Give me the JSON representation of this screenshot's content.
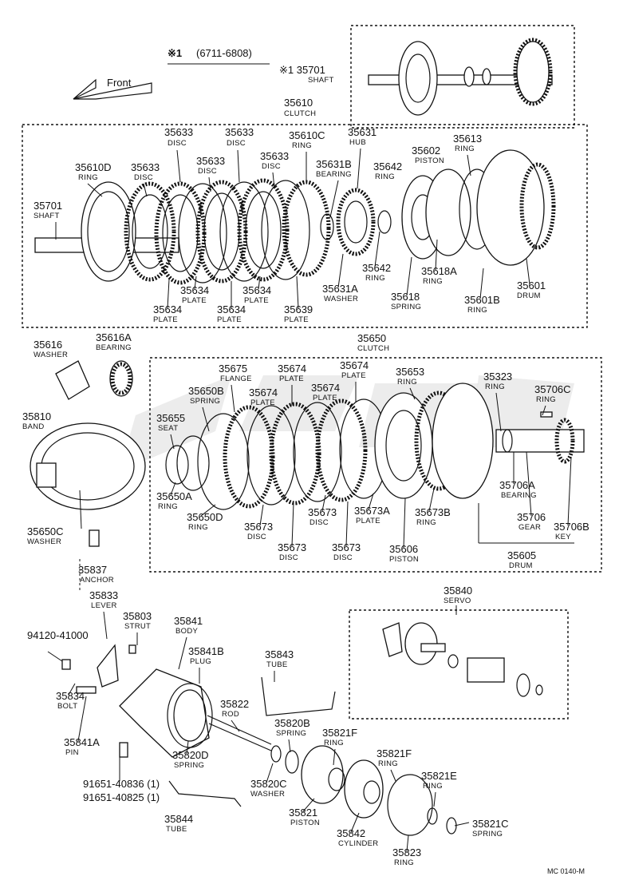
{
  "header": {
    "note_symbol": "※1",
    "note_range": "(6711-6808)",
    "front_label": "Front",
    "footer_code": "MC 0140-M"
  },
  "labels": [
    {
      "pn": "※1 35701",
      "nm": "SHAFT"
    },
    {
      "pn": "35610",
      "nm": "CLUTCH"
    },
    {
      "pn": "35633",
      "nm": "DISC"
    },
    {
      "pn": "35633",
      "nm": "DISC"
    },
    {
      "pn": "35610C",
      "nm": "RING"
    },
    {
      "pn": "35631",
      "nm": "HUB"
    },
    {
      "pn": "35613",
      "nm": "RING"
    },
    {
      "pn": "35602",
      "nm": "PISTON"
    },
    {
      "pn": "35610D",
      "nm": "RING"
    },
    {
      "pn": "35633",
      "nm": "DISC"
    },
    {
      "pn": "35633",
      "nm": "DISC"
    },
    {
      "pn": "35633",
      "nm": "DISC"
    },
    {
      "pn": "35631B",
      "nm": "BEARING"
    },
    {
      "pn": "35642",
      "nm": "RING"
    },
    {
      "pn": "35701",
      "nm": "SHAFT"
    },
    {
      "pn": "35642",
      "nm": "RING"
    },
    {
      "pn": "35618A",
      "nm": "RING"
    },
    {
      "pn": "35634",
      "nm": "PLATE"
    },
    {
      "pn": "35634",
      "nm": "PLATE"
    },
    {
      "pn": "35631A",
      "nm": "WASHER"
    },
    {
      "pn": "35601",
      "nm": "DRUM"
    },
    {
      "pn": "35618",
      "nm": "SPRING"
    },
    {
      "pn": "35601B",
      "nm": "RING"
    },
    {
      "pn": "35634",
      "nm": "PLATE"
    },
    {
      "pn": "35634",
      "nm": "PLATE"
    },
    {
      "pn": "35639",
      "nm": "PLATE"
    },
    {
      "pn": "35616",
      "nm": "WASHER"
    },
    {
      "pn": "35616A",
      "nm": "BEARING"
    },
    {
      "pn": "35650",
      "nm": "CLUTCH"
    },
    {
      "pn": "35675",
      "nm": "FLANGE"
    },
    {
      "pn": "35674",
      "nm": "PLATE"
    },
    {
      "pn": "35674",
      "nm": "PLATE"
    },
    {
      "pn": "35653",
      "nm": "RING"
    },
    {
      "pn": "35323",
      "nm": "RING"
    },
    {
      "pn": "35706C",
      "nm": "RING"
    },
    {
      "pn": "35650B",
      "nm": "SPRING"
    },
    {
      "pn": "35674",
      "nm": "PLATE"
    },
    {
      "pn": "35674",
      "nm": "PLATE"
    },
    {
      "pn": "35810",
      "nm": "BAND"
    },
    {
      "pn": "35655",
      "nm": "SEAT"
    },
    {
      "pn": "35706A",
      "nm": "BEARING"
    },
    {
      "pn": "35650A",
      "nm": "RING"
    },
    {
      "pn": "35673",
      "nm": "DISC"
    },
    {
      "pn": "35673A",
      "nm": "PLATE"
    },
    {
      "pn": "35673B",
      "nm": "RING"
    },
    {
      "pn": "35706",
      "nm": "GEAR"
    },
    {
      "pn": "35650D",
      "nm": "RING"
    },
    {
      "pn": "35706B",
      "nm": "KEY"
    },
    {
      "pn": "35650C",
      "nm": "WASHER"
    },
    {
      "pn": "35673",
      "nm": "DISC"
    },
    {
      "pn": "35673",
      "nm": "DISC"
    },
    {
      "pn": "35673",
      "nm": "DISC"
    },
    {
      "pn": "35606",
      "nm": "PISTON"
    },
    {
      "pn": "35605",
      "nm": "DRUM"
    },
    {
      "pn": "35837",
      "nm": "ANCHOR"
    },
    {
      "pn": "35840",
      "nm": "SERVO"
    },
    {
      "pn": "35833",
      "nm": "LEVER"
    },
    {
      "pn": "35803",
      "nm": "STRUT"
    },
    {
      "pn": "35841",
      "nm": "BODY"
    },
    {
      "pn": "94120-41000",
      "nm": ""
    },
    {
      "pn": "35841B",
      "nm": "PLUG"
    },
    {
      "pn": "35843",
      "nm": "TUBE"
    },
    {
      "pn": "35834",
      "nm": "BOLT"
    },
    {
      "pn": "35822",
      "nm": "ROD"
    },
    {
      "pn": "35820B",
      "nm": "SPRING"
    },
    {
      "pn": "35821F",
      "nm": "RING"
    },
    {
      "pn": "35841A",
      "nm": "PIN"
    },
    {
      "pn": "35821F",
      "nm": "RING"
    },
    {
      "pn": "35820D",
      "nm": "SPRING"
    },
    {
      "pn": "35821E",
      "nm": "RING"
    },
    {
      "pn": "91651-40836 (1)",
      "nm": ""
    },
    {
      "pn": "91651-40825 (1)",
      "nm": ""
    },
    {
      "pn": "35820C",
      "nm": "WASHER"
    },
    {
      "pn": "35844",
      "nm": "TUBE"
    },
    {
      "pn": "35821",
      "nm": "PISTON"
    },
    {
      "pn": "35842",
      "nm": "CYLINDER"
    },
    {
      "pn": "35821C",
      "nm": "SPRING"
    },
    {
      "pn": "35823",
      "nm": "RING"
    }
  ]
}
